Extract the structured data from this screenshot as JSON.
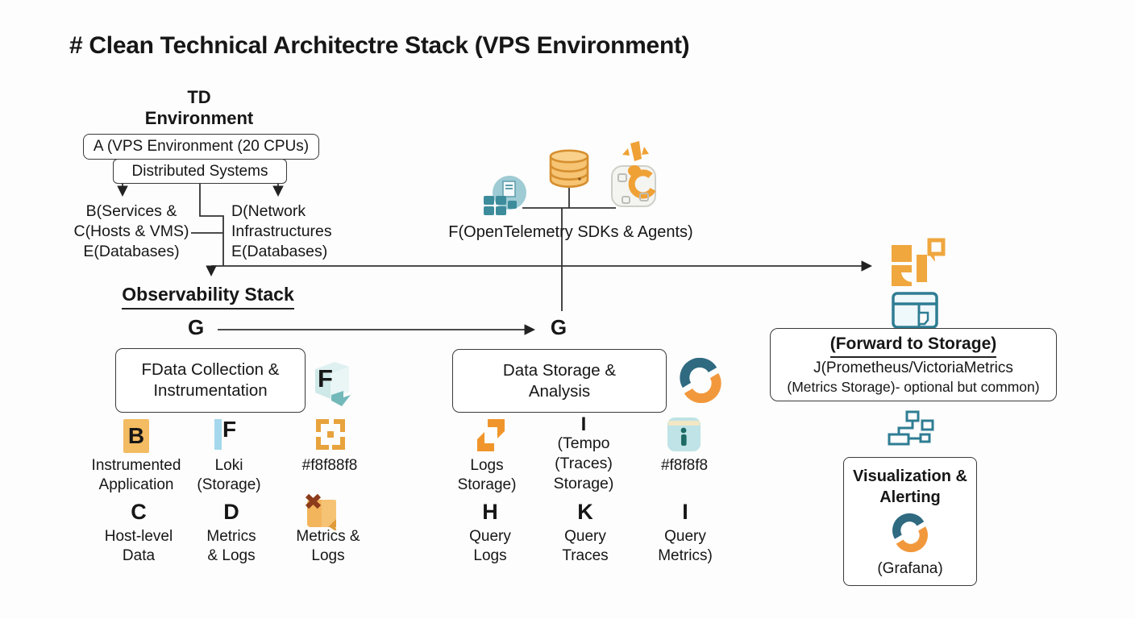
{
  "title": "# Clean Technical Architectre Stack (VPS Environment)",
  "colors": {
    "text": "#161616",
    "line": "#333333",
    "orange": "#E8A33D",
    "orange_light": "#F5C06A",
    "teal": "#2E7D93",
    "teal_light": "#BCE3E6",
    "grafana_teal": "#2F6A80",
    "grafana_orange": "#F2983C",
    "rust": "#8C3B1B"
  },
  "env": {
    "heading1": "TD",
    "heading2": "Environment",
    "vps_box": "A (VPS Environment (20 CPUs)",
    "distributed_box": "Distributed Systems",
    "services_node": {
      "l1": "B(Services &",
      "l2": "C(Hosts & VMS)",
      "l3": "E(Databases)"
    },
    "network_node": {
      "l1": "D(Network",
      "l2": "Infrastructures",
      "l3": "E(Databases)"
    }
  },
  "otel": {
    "label": "F(OpenTelemetry SDKs & Agents)"
  },
  "observability": {
    "heading": "Observability Stack",
    "g_left": "G",
    "g_mid": "G"
  },
  "collection": {
    "box_l1": "FData Collection &",
    "box_l2": "Instrumentation",
    "cube_letter": "F",
    "items": [
      {
        "letter": "B",
        "l1": "Instrumented",
        "l2": "Application"
      },
      {
        "letter": "F",
        "l1": "Loki",
        "l2": "(Storage)"
      },
      {
        "l1": "#f8f88f8",
        "l2": ""
      },
      {
        "letter": "C",
        "l1": "Host-level",
        "l2": "Data"
      },
      {
        "letter": "D",
        "l1": "Metrics",
        "l2": "& Logs"
      },
      {
        "l1": "Metrics &",
        "l2": "Logs"
      }
    ]
  },
  "storage": {
    "box_l1": "Data Storage &",
    "box_l2": "Analysis",
    "items": [
      {
        "l1": "Logs",
        "l2": "Storage)"
      },
      {
        "letter": "I",
        "l1": "(Tempo",
        "l2": "(Traces)",
        "l3": "Storage)"
      },
      {
        "l1": "#f8f8f8",
        "l2": ""
      },
      {
        "letter": "H",
        "l1": "Query",
        "l2": "Logs"
      },
      {
        "letter": "K",
        "l1": "Query",
        "l2": "Traces"
      },
      {
        "letter": "I",
        "l1": "Query",
        "l2": "Metrics)"
      }
    ]
  },
  "forward": {
    "heading": "(Forward to Storage)",
    "l2": "J(Prometheus/VictoriaMetrics",
    "l3": "(Metrics Storage)- optional but common)"
  },
  "viz": {
    "h1": "Visualization &",
    "h2": "Alerting",
    "caption": "(Grafana)"
  }
}
